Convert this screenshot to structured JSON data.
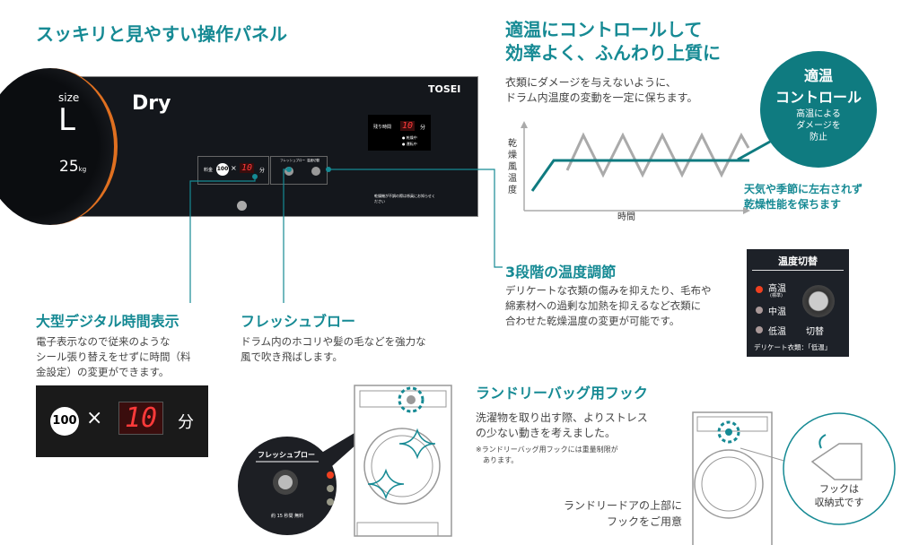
{
  "left": {
    "title": "スッキリと見やすい操作パネル",
    "panel": {
      "size_label": "size",
      "size": "L",
      "capacity": "25",
      "capacity_unit": "kg",
      "mode": "Dry",
      "brand": "TOSEI",
      "remaining_label": "残り時間",
      "remaining_value": "10",
      "remaining_unit": "分",
      "status1": "●  乾燥中",
      "status2": "●  運転中",
      "fee_label": "料金",
      "coin": "100",
      "times": "×",
      "minutes": "10",
      "minutes_unit": "分",
      "fresh_label": "フレッシュブロー",
      "temp_label": "温度切替",
      "warning": "乾燥機が不調の際は係員にお知らせください"
    },
    "digital": {
      "heading": "大型デジタル時間表示",
      "text": [
        "電子表示なので従来のような",
        "シール張り替えをせずに時間（料",
        "金設定）の変更ができます。"
      ],
      "coin": "100",
      "times": "×",
      "value": "10",
      "unit": "分"
    },
    "fresh": {
      "heading": "フレッシュブロー",
      "text": [
        "ドラム内のホコリや髪の毛などを強力な",
        "風で吹き飛ばします。"
      ],
      "zoom_label": "フレッシュブロー",
      "zoom_caption": "約 15 秒間 無料"
    }
  },
  "right": {
    "title": [
      "適温にコントロールして",
      "効率よく、ふんわり上質に"
    ],
    "text": [
      "衣類にダメージを与えないように、",
      "ドラム内温度の変動を一定に保ちます。"
    ],
    "chart": {
      "ylabel": "乾燥風温度",
      "xlabel": "時間"
    },
    "bubble": {
      "title1": "適温",
      "title2": "コントロール",
      "sub": [
        "高温による",
        "ダメージを",
        "防止"
      ]
    },
    "note": [
      "天気や季節に左右されず",
      "乾燥性能を保ちます"
    ],
    "temp": {
      "heading": "3段階の温度調節",
      "text": [
        "デリケートな衣類の傷みを抑えたり、毛布や",
        "綿素材への過剰な加熱を抑えるなど衣類に",
        "合わせた乾燥温度の変更が可能です。"
      ],
      "panel_title": "温度切替",
      "high": "高温",
      "high_sub": "(標準)",
      "mid": "中温",
      "low": "低温",
      "switch": "切替",
      "delicate": "デリケート衣類：「低温」"
    },
    "hook": {
      "heading": "ランドリーバッグ用フック",
      "text": [
        "洗濯物を取り出す際、よりストレス",
        "の少ない動きを考えました。"
      ],
      "note": [
        "※ランドリーバッグ用フックには重量制限が",
        "　あります。"
      ],
      "caption": [
        "ランドリードアの上部に",
        "フックをご用意"
      ],
      "bubble": [
        "フックは",
        "収納式です"
      ]
    }
  },
  "colors": {
    "teal": "#168a94",
    "dark": "#14171c",
    "orange": "#e07020"
  }
}
